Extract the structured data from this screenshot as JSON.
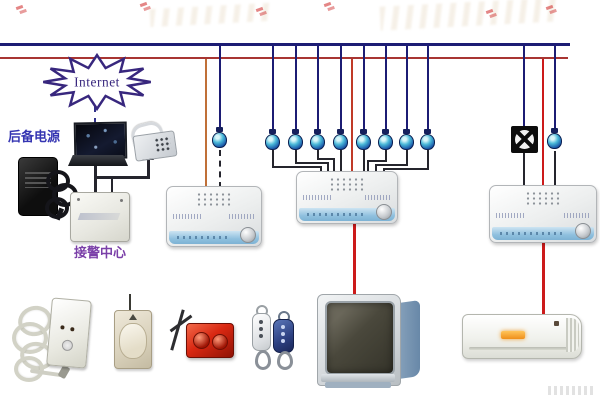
{
  "labels": {
    "internet": "Internet",
    "backup_power": "后备电源",
    "alarm_center": "接警中心"
  },
  "colors": {
    "bus_blue": "#1c1c74",
    "bus_red": "#a83532",
    "signal_red": "#cc1a1a",
    "wire_dark": "#25252d",
    "wire_orange": "#c07038",
    "backup_label_blue": "#3535b2",
    "center_label_purple": "#7a3fa8",
    "bulb_blue": "#2e9fd0",
    "panel_band_blue": "#8fc0de",
    "siren_red": "#d92812",
    "ac_display_orange": "#ef8f1a"
  },
  "icons": {
    "internet_star": "starburst-cloud",
    "lamp_transmitter": "blue-bulb",
    "exhaust_fan": "fan-in-black-box"
  },
  "counts": {
    "alarm_host_panels": 3,
    "lamp_transmitters": 10
  }
}
